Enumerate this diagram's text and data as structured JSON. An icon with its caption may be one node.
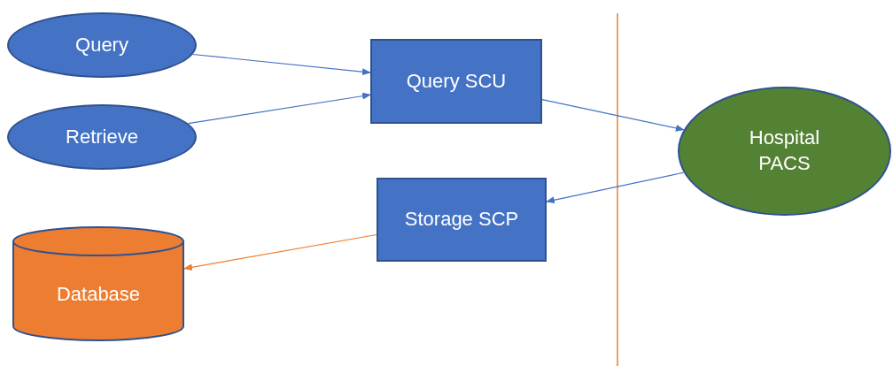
{
  "diagram": {
    "nodes": [
      {
        "text": [
          "Query"
        ]
      },
      {
        "text": [
          "Retrieve"
        ]
      },
      {
        "text": [
          "Query SCU"
        ]
      },
      {
        "text": [
          "Hospital PACS"
        ]
      },
      {
        "text": [
          "Storage SCP"
        ]
      },
      {
        "text": [
          "Database"
        ]
      }
    ],
    "edges": [
      {
        "from": 0,
        "to": 2,
        "arrow": "to"
      },
      {
        "from": 1,
        "to": 2,
        "arrow": "to"
      },
      {
        "from": 2,
        "to": 3,
        "arrow": "to"
      },
      {
        "from": 3,
        "to": 4,
        "arrow": "to"
      },
      {
        "from": 4,
        "to": 5,
        "arrow": "to",
        "color": "#ed7d31"
      }
    ]
  }
}
